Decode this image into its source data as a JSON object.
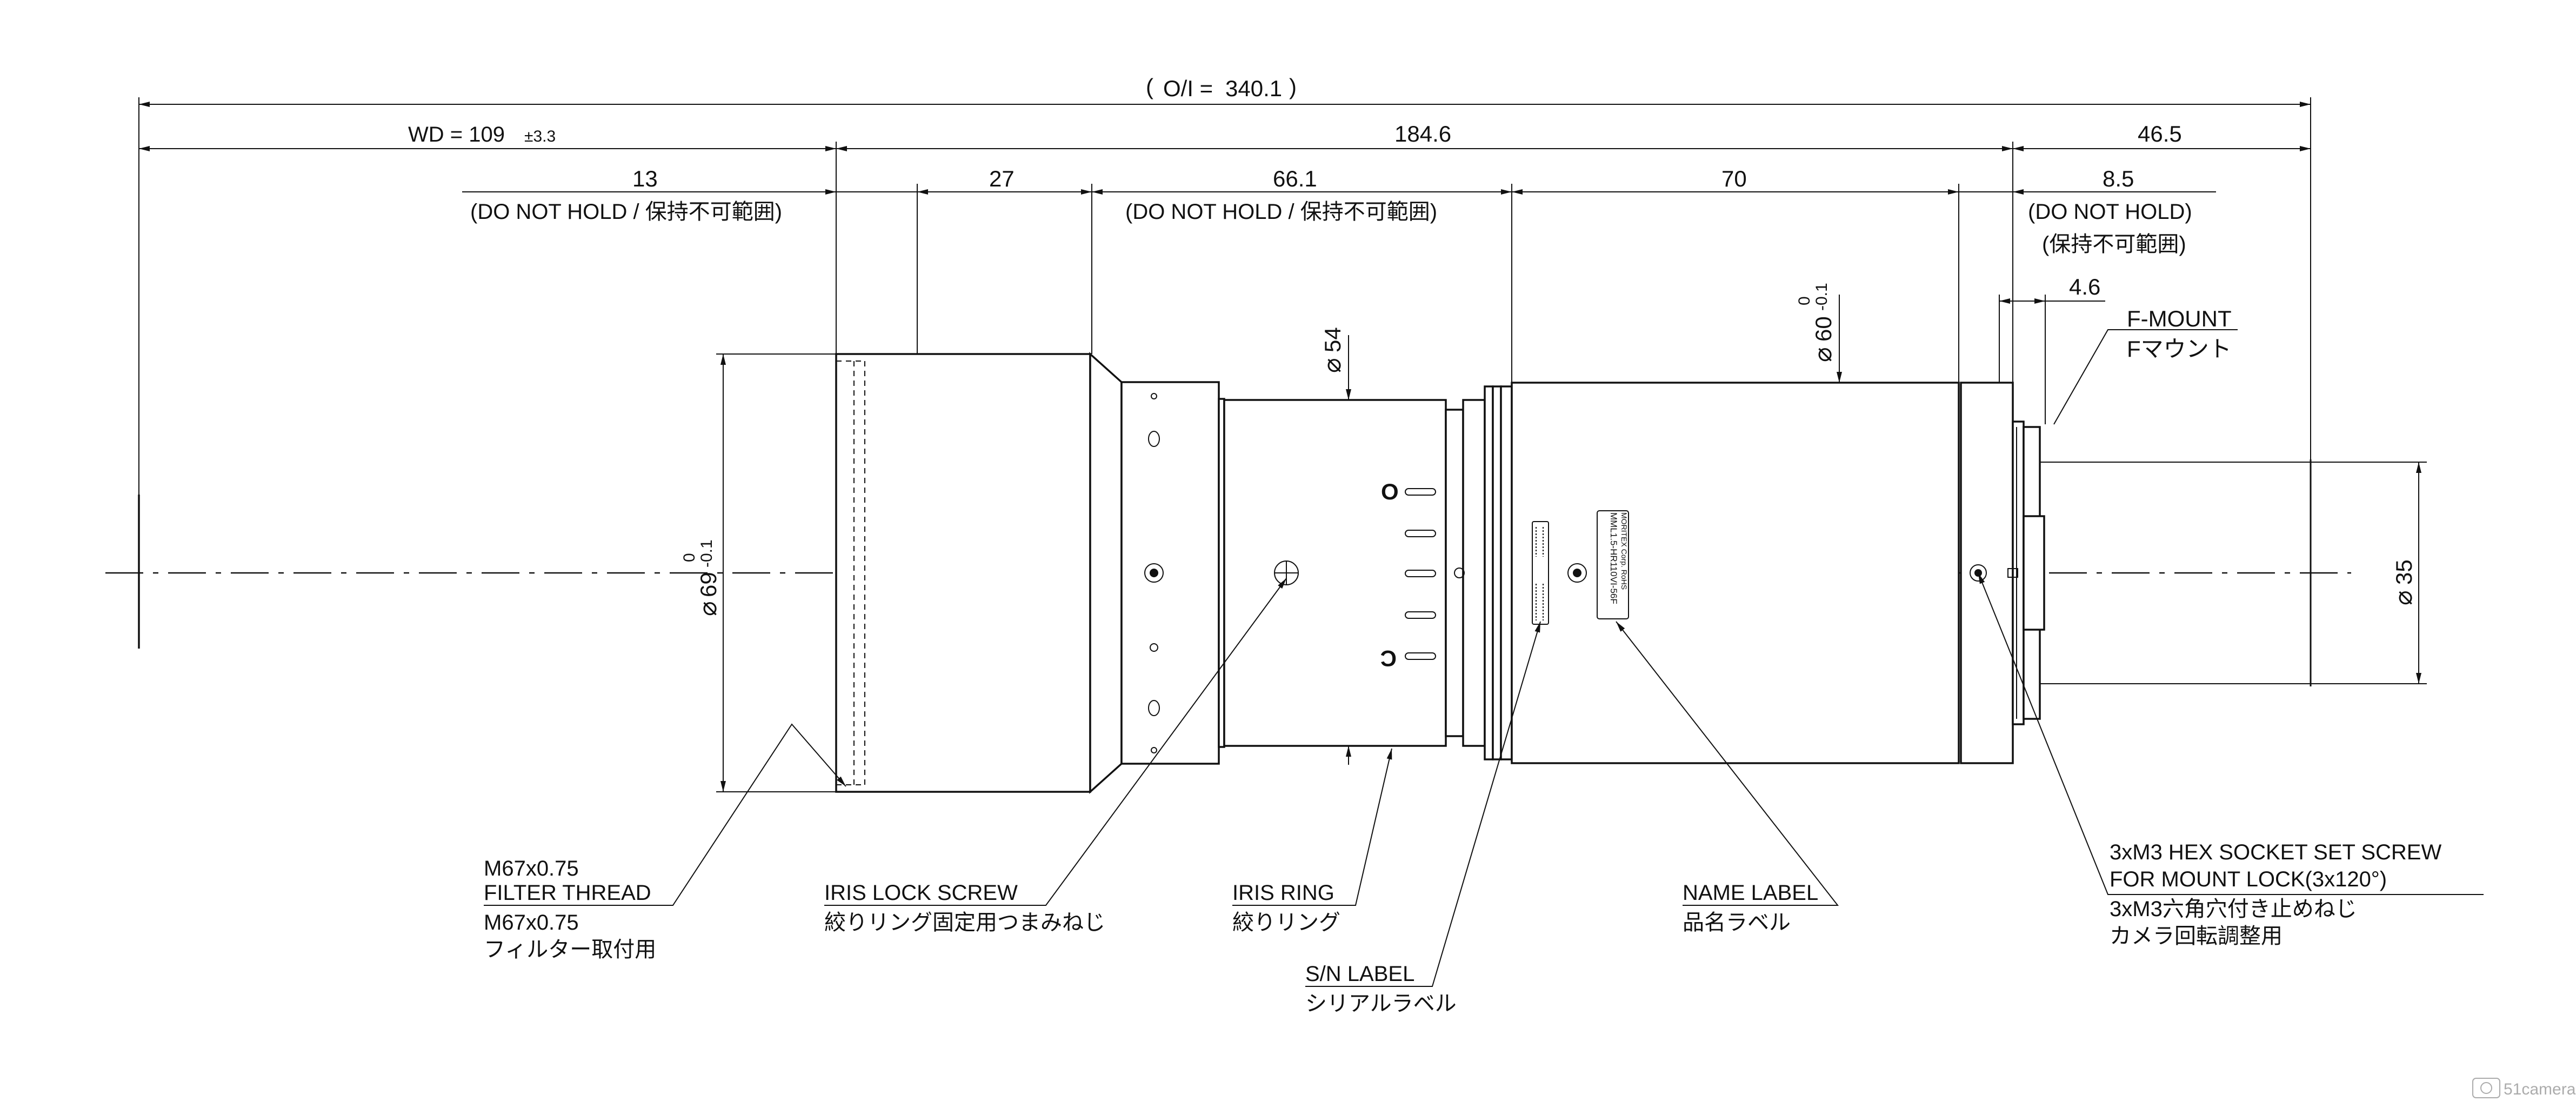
{
  "dimensions": {
    "overall": "340.1",
    "overall_prefix": "O/I = ",
    "wd_prefix": "WD = 109",
    "wd_tol": "±3.3",
    "body_length": "184.6",
    "mount_length": "46.5",
    "d13": "13",
    "d27": "27",
    "d66": "66.1",
    "d70": "70",
    "d85": "8.5",
    "d46": "4.6",
    "no_hold_1": "(DO NOT HOLD / 保持不可範囲)",
    "no_hold_2": "(DO NOT HOLD / 保持不可範囲)",
    "no_hold_3a": "(DO NOT HOLD)",
    "no_hold_3b": "(保持不可範囲)",
    "dia69": "69",
    "dia69_tol_top": "0",
    "dia69_tol_bot": "-0.1",
    "dia54": "54",
    "dia60": "60",
    "dia60_tol_top": "0",
    "dia60_tol_bot": "-0.1",
    "dia35": "35",
    "phi": "⌀"
  },
  "labels": {
    "fmount_en": "F-MOUNT",
    "fmount_jp": "Fマウント",
    "filter_l1": "M67x0.75",
    "filter_l2": "FILTER THREAD",
    "filter_l3": "M67x0.75",
    "filter_l4": "フィルター取付用",
    "iris_lock_en": "IRIS LOCK SCREW",
    "iris_lock_jp": "絞りリング固定用つまみねじ",
    "iris_ring_en": "IRIS RING",
    "iris_ring_jp": "絞りリング",
    "sn_en": "S/N LABEL",
    "sn_jp": "シリアルラベル",
    "name_en": "NAME LABEL",
    "name_jp": "品名ラベル",
    "setscrew_l1": "3xM3 HEX SOCKET SET SCREW",
    "setscrew_l2": "FOR MOUNT LOCK(3x120°)",
    "setscrew_l3": "3xM3六角穴付き止めねじ",
    "setscrew_l4": "カメラ回転調整用"
  },
  "name_plate": {
    "line1": "MML1.5-HR110VI-56F",
    "line2": "MORITEX Corp. RoHS"
  },
  "iris_marks": {
    "open": "O",
    "close": "C"
  },
  "watermark": {
    "text": "51camera"
  }
}
